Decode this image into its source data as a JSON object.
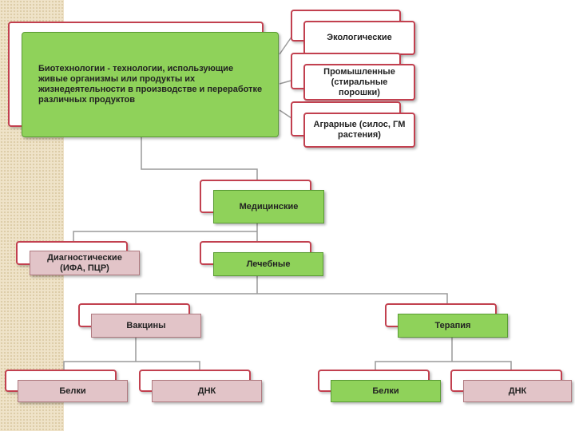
{
  "nodes": {
    "root": "Биотехнологии - технологии, использующие живые организмы или продукты их жизнедеятельности в производстве и переработке различных продуктов",
    "ecological": "Экологические",
    "industrial": "Промышленные (стиральные порошки)",
    "agrarian": "Аграрные (силос, ГМ растения)",
    "medical": "Медицинские",
    "diagnostic": "Диагностические (ИФА, ПЦР)",
    "curative": "Лечебные",
    "vaccines": "Вакцины",
    "therapy": "Терапия",
    "vaccine_proteins": "Белки",
    "vaccine_dna": "ДНК",
    "therapy_proteins": "Белки",
    "therapy_dna": "ДНК"
  },
  "colors": {
    "green": "#8fd25a",
    "pink": "#e2c4c8",
    "border_red": "#c2404f",
    "connector": "#9a9a9a"
  }
}
